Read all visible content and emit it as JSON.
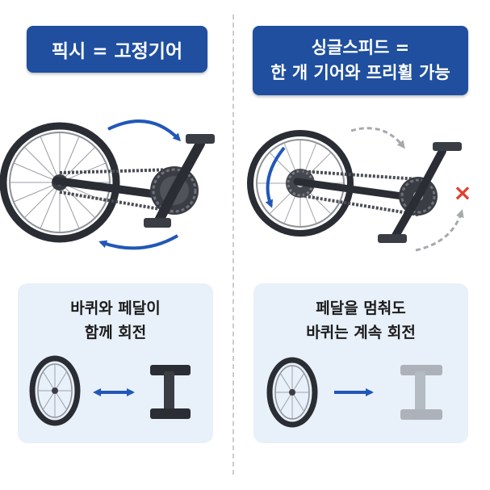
{
  "left": {
    "title": "픽시 = 고정기어",
    "caption_line1": "바퀴와 페달이",
    "caption_line2": "함께 회전",
    "mark_symbol": "",
    "icons": [
      "bicycle-wheel-icon",
      "chainring-crank-icon",
      "rotation-arrow-icon",
      "double-arrow-icon",
      "pedal-crank-icon"
    ]
  },
  "right": {
    "title_line1": "싱글스피드 =",
    "title_line2": "한 개 기어와 프리휠 가능",
    "caption_line1": "페달을 멈춰도",
    "caption_line2": "바퀴는 계속 회전",
    "mark_symbol": "×",
    "icons": [
      "bicycle-wheel-icon",
      "freewheel-cog-icon",
      "dashed-rotation-arrow-icon",
      "stop-x-icon",
      "right-arrow-icon",
      "faded-pedal-crank-icon"
    ]
  },
  "colors": {
    "title_bg": "#1f4f9e",
    "arrow_blue": "#2157b8",
    "panel_bg": "#e8f0fa",
    "stop_red": "#e0402f",
    "frame": "#2a2d33",
    "faded_gray": "#9a9da2"
  }
}
